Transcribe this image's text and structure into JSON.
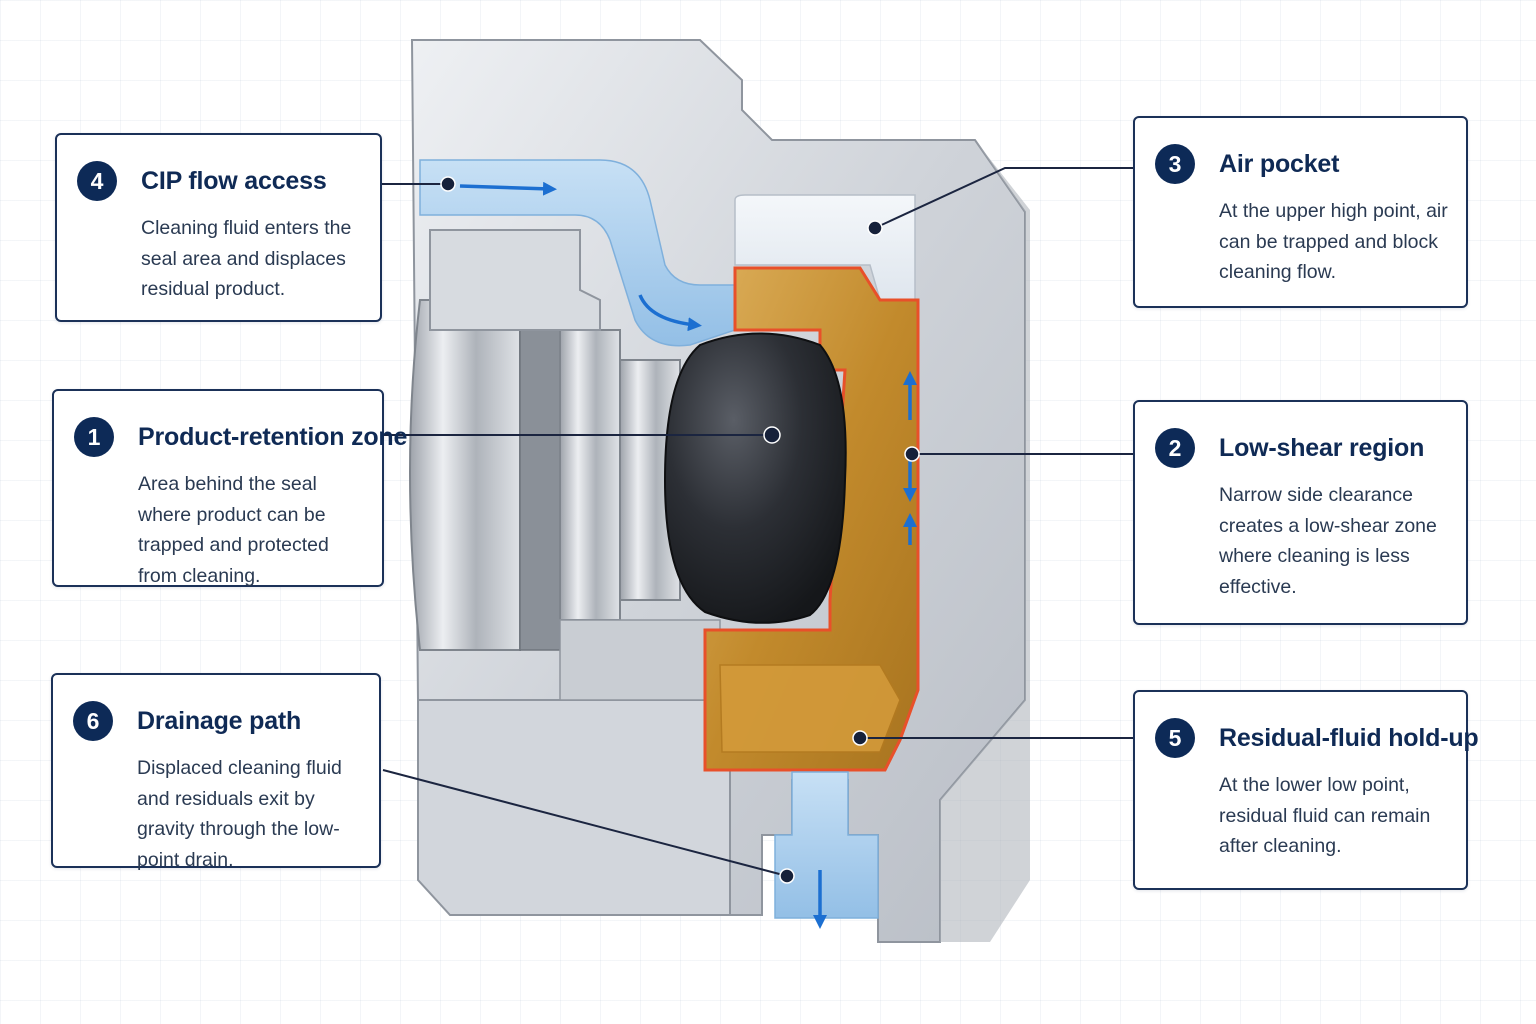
{
  "callouts": [
    {
      "number": "4",
      "title": "CIP flow access",
      "text": "Cleaning fluid enters the seal area and displaces residual product."
    },
    {
      "number": "1",
      "title": "Product-retention zone",
      "text": "Area behind the seal where product can be trapped and protected from cleaning."
    },
    {
      "number": "6",
      "title": "Drainage path",
      "text": "Displaced cleaning fluid and residuals exit by gravity through the low-point drain."
    },
    {
      "number": "3",
      "title": "Air pocket",
      "text": "At the upper high point, air can be trapped and block cleaning flow."
    },
    {
      "number": "2",
      "title": "Low-shear region",
      "text": "Narrow side clearance creates a low-shear zone where cleaning is less effective."
    },
    {
      "number": "5",
      "title": "Residual-fluid hold-up",
      "text": "At the lower low point, residual fluid can remain after cleaning."
    }
  ],
  "colors": {
    "navy": "#0d2a57",
    "steel": "#d4d8de",
    "cleaning_fluid": "#a9cdec",
    "residual_product": "#c9902e",
    "seal": "#2b2d31",
    "flow_arrow": "#1c6fd1",
    "seal_gap_outline": "#e8502a"
  }
}
